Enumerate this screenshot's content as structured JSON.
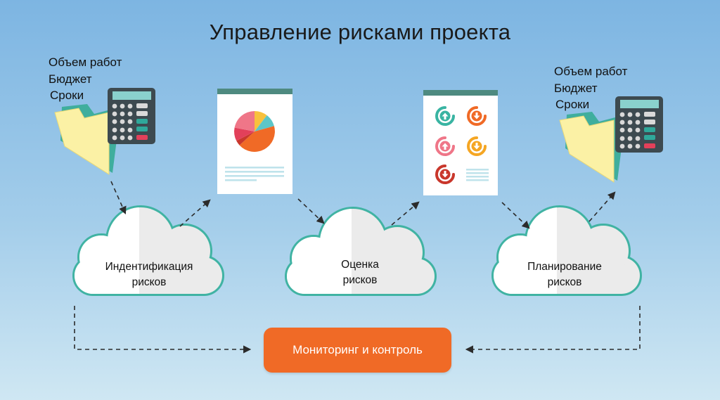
{
  "title": "Управление рисками проекта",
  "left_inputs": [
    "Объем работ",
    "Бюджет",
    "Сроки"
  ],
  "right_inputs": [
    "Объем работ",
    "Бюджет",
    "Сроки"
  ],
  "stages": [
    {
      "line1": "Индентификация",
      "line2": "рисков"
    },
    {
      "line1": "Оценка",
      "line2": "рисков"
    },
    {
      "line1": "Планирование",
      "line2": "рисков"
    }
  ],
  "monitor": {
    "label": "Мониторинг и контроль"
  },
  "colors": {
    "accent": "#f06a26",
    "teal": "#48b7a6",
    "folder": "#fbf1a5",
    "calculator": "#3d4a50",
    "pie": [
      "#f8c13d",
      "#5cc6c8",
      "#f06a26",
      "#e2405a",
      "#ef7688"
    ]
  },
  "icons": [
    "folder-icon",
    "calculator-icon",
    "pie-chart-icon",
    "arrow-up-icon",
    "arrow-down-icon"
  ]
}
